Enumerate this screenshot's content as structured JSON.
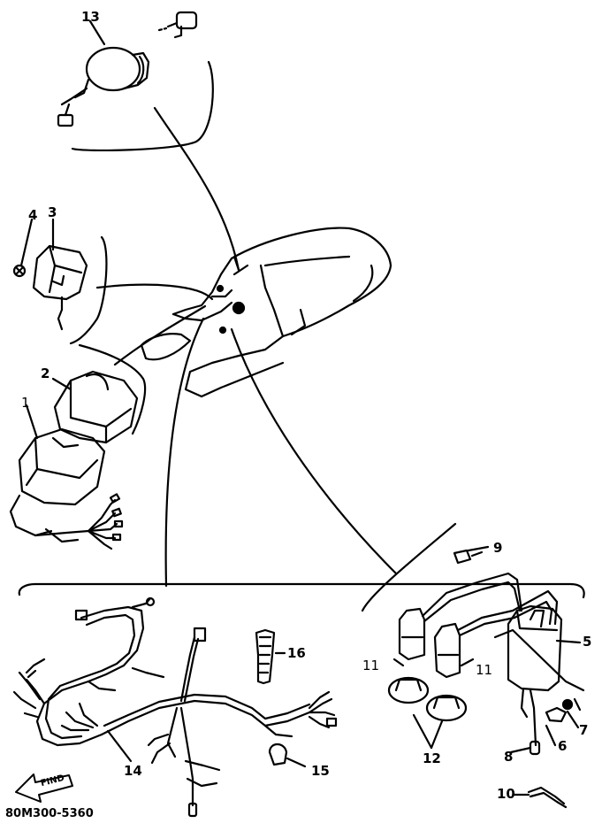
{
  "callouts": {
    "c1": "1",
    "c2": "2",
    "c3": "3",
    "c4": "4",
    "c5": "5",
    "c6": "6",
    "c7": "7",
    "c8": "8",
    "c9": "9",
    "c10": "10",
    "c11a": "11",
    "c11b": "11",
    "c12": "12",
    "c13": "13",
    "c14": "14",
    "c15": "15",
    "c16": "16"
  },
  "find_label": "FIND",
  "drawing_code": "80M300-5360",
  "colors": {
    "ink": "#000000",
    "paper": "#ffffff"
  }
}
